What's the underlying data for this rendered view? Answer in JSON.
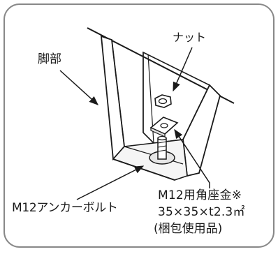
{
  "labels": {
    "leg": "脚部",
    "nut": "ナット",
    "anchor_bolt": "M12アンカーボルト",
    "washer_line1": "M12用角座金※",
    "washer_line2": "35×35×t2.3㎡",
    "washer_line3": "(梱包使用品)"
  },
  "colors": {
    "frame": "#888888",
    "line": "#1a1a1a",
    "shade": "#e6e6e6"
  },
  "icons": {
    "leader_arrow": "filled-triangle-arrowhead"
  }
}
